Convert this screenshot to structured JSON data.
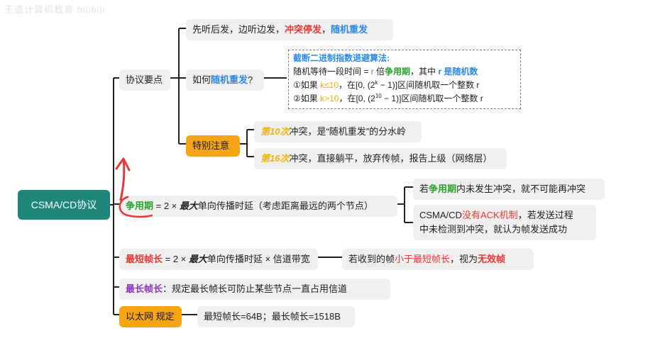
{
  "watermark": "王道计算机教育 bilibili",
  "root": "CSMA/CD协议",
  "n1": "协议要点",
  "n1a": {
    "a": "先听后发，边听边发，",
    "b": "冲突停发",
    "c": "，",
    "d": "随机重发"
  },
  "n1b": {
    "a": "如何",
    "b": "随机重发",
    "c": "?"
  },
  "box": {
    "title": "截断二进制指数退避算法:",
    "l1": {
      "a": "随机等待一段时间 = ",
      "b": "r",
      "c": " 倍",
      "d": "争用期",
      "e": "，其中 ",
      "f": "r 是随机数"
    },
    "l2": {
      "a": "①如果 ",
      "b": "k≤10",
      "c": "，在[0, (2",
      "d": "k",
      "e": " − 1)]区间随机取一个整数 r"
    },
    "l3": {
      "a": "②如果 ",
      "b": "k>10",
      "c": "，在[0, (2",
      "d": "10",
      "e": " − 1)]区间随机取一个整数 r"
    }
  },
  "n1c": "特别注意",
  "n1c1": {
    "a": "第10次",
    "b": "冲突，是“随机重发”的分水岭"
  },
  "n1c2": {
    "a": "第16次",
    "b": "冲突，直接躺平，放弃传帧，报告上级（网络层）"
  },
  "n2": {
    "a": "争用期",
    "b": " = 2 × ",
    "c": "最大",
    "d": "单向传播时延（考虑距离最远的两个节点）"
  },
  "n2a": {
    "a": "若",
    "b": "争用期",
    "c": "内未发生冲突，就不可能再冲突"
  },
  "n2b": {
    "a": "CSMA/CD",
    "b": "没有ACK机制",
    "c": "，若发送过程",
    "d": "中未检测到冲突，就认为帧发送成功"
  },
  "n3": {
    "a": "最短帧长",
    "b": " = 2 × ",
    "c": "最大",
    "d": "单向传播时延 × 信道带宽"
  },
  "n3a": {
    "a": "若收到的帧",
    "b": "小于最短帧长",
    "c": "，视为",
    "d": "无效帧"
  },
  "n4": {
    "a": "最长帧长",
    "b": "：规定最长帧长可防止某些节点一直占用信道"
  },
  "n5": "以太网 规定",
  "n5a": "最短帧长=64B；最长帧长=1518B",
  "colors": {
    "root": "#1e8779",
    "orange": "#f5a317",
    "red": "#e53935",
    "blue": "#2d8ae6",
    "green": "#27a327",
    "purple": "#8e36b8",
    "yellow": "#f2b300"
  }
}
